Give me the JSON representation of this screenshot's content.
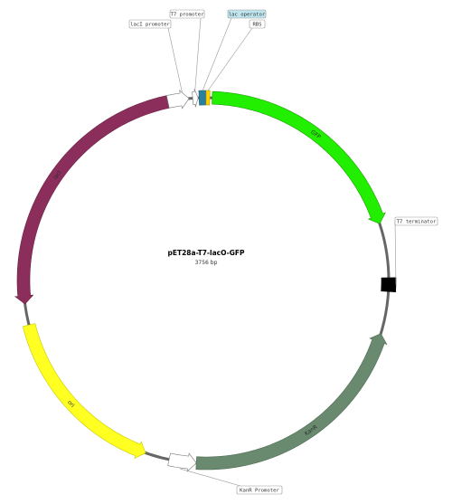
{
  "plasmid": {
    "name": "pET28a-T7-lacO-GFP",
    "size_label": "3756 bp",
    "length": 3756
  },
  "colors": {
    "backbone": "#666666",
    "label_border": "#999999",
    "label_fill": "#ffffff",
    "label_line": "#999999"
  },
  "features": [
    {
      "id": "gfp",
      "label": "GFP",
      "start": 20,
      "end": 750,
      "strand": 1,
      "color": "#22ee00",
      "stroke": "#1a9e00"
    },
    {
      "id": "kanr",
      "label": "KanR",
      "start": 1115,
      "end": 1910,
      "strand": -1,
      "color": "#6a8a6f",
      "stroke": "#4f6a55"
    },
    {
      "id": "kanr-promoter",
      "label": "",
      "start": 1910,
      "end": 2000,
      "strand": -1,
      "color": "#ffffff",
      "stroke": "#777777"
    },
    {
      "id": "ori",
      "label": "ori",
      "start": 2080,
      "end": 2670,
      "strand": -1,
      "color": "#ffff22",
      "stroke": "#c8c800"
    },
    {
      "id": "lacl",
      "label": "lacI",
      "start": 2740,
      "end": 3630,
      "strand": -1,
      "color": "#8b2e5c",
      "stroke": "#6a2044"
    },
    {
      "id": "laci-promoter",
      "label": "",
      "start": 3630,
      "end": 3700,
      "strand": 1,
      "color": "#ffffff",
      "stroke": "#777777"
    },
    {
      "id": "t7-promoter",
      "label": "",
      "start": 3712,
      "end": 3730,
      "strand": 1,
      "color": "#ffffff",
      "stroke": "#777777"
    },
    {
      "id": "lac-operator",
      "label": "",
      "start": 3733,
      "end": 3756,
      "strand": 0,
      "color": "#2a7f9e",
      "stroke": "#1f5f77"
    },
    {
      "id": "rbs",
      "label": "",
      "start": 0,
      "end": 12,
      "strand": 0,
      "color": "#ffd200",
      "stroke": "#b39300"
    },
    {
      "id": "t7-terminator",
      "label": "",
      "start": 930,
      "end": 975,
      "strand": 0,
      "color": "#000000",
      "stroke": "#000000"
    }
  ],
  "callouts": [
    {
      "id": "t7-promoter",
      "text": "T7 promoter",
      "pos": 3721,
      "highlight": false
    },
    {
      "id": "laci-promoter",
      "text": "lacI promoter",
      "pos": 3680,
      "highlight": false
    },
    {
      "id": "lac-operator",
      "text": "lac operator",
      "pos": 3745,
      "highlight": true
    },
    {
      "id": "rbs",
      "text": "RBS",
      "pos": 6,
      "highlight": false
    },
    {
      "id": "t7-terminator",
      "text": "T7 terminator",
      "pos": 952,
      "highlight": false
    },
    {
      "id": "kanr-promoter",
      "text": "KanR Promoter",
      "pos": 1960,
      "highlight": false
    }
  ]
}
